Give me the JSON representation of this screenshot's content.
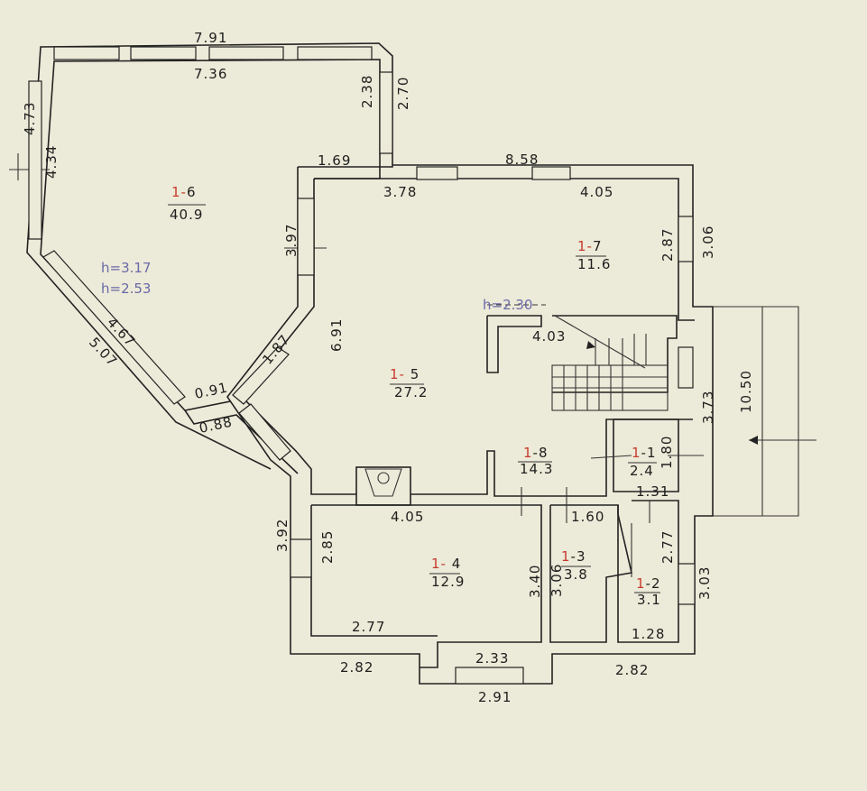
{
  "rooms": [
    {
      "prefix": "1-",
      "num": "6",
      "area": "40.9"
    },
    {
      "prefix": "1-",
      "num": "7",
      "area": "11.6"
    },
    {
      "prefix": "1-",
      "num": " 5",
      "area": "27.2"
    },
    {
      "prefix": "1",
      "num": "-8",
      "area": "14.3"
    },
    {
      "prefix": "1",
      "num": "-1",
      "area": "2.4"
    },
    {
      "prefix": "1-",
      "num": " 4",
      "area": "12.9"
    },
    {
      "prefix": "1",
      "num": "-3",
      "area": "3.8"
    },
    {
      "prefix": "1",
      "num": "-2",
      "area": "3.1"
    }
  ],
  "heights": [
    "h=3.17",
    "h=2.53",
    "h=2.30"
  ],
  "dims": {
    "d7_91": "7.91",
    "d7_36": "7.36",
    "d4_73": "4.73",
    "d4_34": "4.34",
    "d2_38": "2.38",
    "d2_70": "2.70",
    "d1_69": "1.69",
    "d8_58": "8.58",
    "d3_78": "3.78",
    "d4_05": "4.05",
    "d2_87": "2.87",
    "d3_06": "3.06",
    "d3_97": "3.97",
    "d4_67": "4.67",
    "d5_07": "5.07",
    "d6_91": "6.91",
    "d1_87": "1.87",
    "d0_91": "0.91",
    "d0_88": "0.88",
    "d4_03": "4.03",
    "d3_73": "3.73",
    "d10_50": "10.50",
    "d1_80": "1.80",
    "d1_31": "1.31",
    "d3_92": "3.92",
    "d2_85": "2.85",
    "d4_05b": "4.05",
    "d1_60": "1.60",
    "d3_40": "3.40",
    "d3_06b": "3.06",
    "d2_77": "2.77",
    "d3_03": "3.03",
    "d2_77b": "2.77",
    "d2_33": "2.33",
    "d1_28": "1.28",
    "d2_82": "2.82",
    "d2_82b": "2.82",
    "d2_91": "2.91"
  }
}
